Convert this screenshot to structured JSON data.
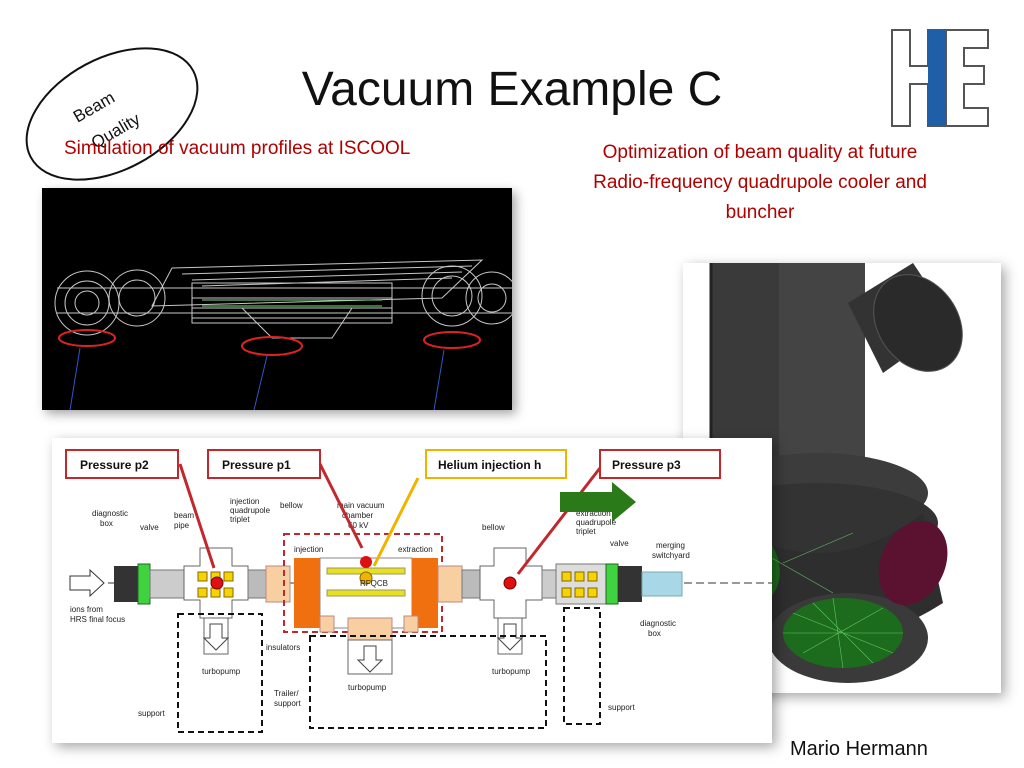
{
  "slide": {
    "title": "Vacuum Example C",
    "bubble_line1": "Beam",
    "bubble_line2": "Quality",
    "subtitle_left": "Simulation of vacuum profiles at ISCOOL",
    "subtitle_right_line1": "Optimization of beam quality at future",
    "subtitle_right_line2": "Radio-frequency quadrupole  cooler and",
    "subtitle_right_line3": "buncher",
    "author": "Mario Hermann",
    "colors": {
      "accent_red": "#b00000",
      "logo_blue": "#1f5fa8",
      "diagram_red": "#c0282d",
      "diagram_yellow": "#f0b400"
    }
  },
  "diagram": {
    "callouts": {
      "p2": "Pressure p2",
      "p1": "Pressure p1",
      "helium": "Helium injection h",
      "p3": "Pressure p3"
    },
    "labels": {
      "diagnostic_box": "diagnostic",
      "diagnostic_box2": "box",
      "valve": "valve",
      "beam": "beam",
      "pipe": "pipe",
      "inj_triplet1": "injection",
      "inj_triplet2": "quadrupole",
      "inj_triplet3": "triplet",
      "bellow": "bellow",
      "main_vacuum1": "main vacuum",
      "main_vacuum2": "chamber",
      "kv": "60 kV",
      "injection": "injection",
      "extraction": "extraction",
      "rfq": "RFQCB",
      "bellow2": "bellow",
      "ext_triplet1": "extraction",
      "ext_triplet2": "quadrupole",
      "ext_triplet3": "triplet",
      "valve2": "valve",
      "merging1": "merging",
      "merging2": "switchyard",
      "ions1": "ions from",
      "ions2": "HRS final focus",
      "insulators": "insulators",
      "diag_box_r1": "diagnostic",
      "diag_box_r2": "box",
      "turbopump": "turbopump",
      "trailer1": "Trailer/",
      "trailer2": "support",
      "support": "support"
    }
  }
}
